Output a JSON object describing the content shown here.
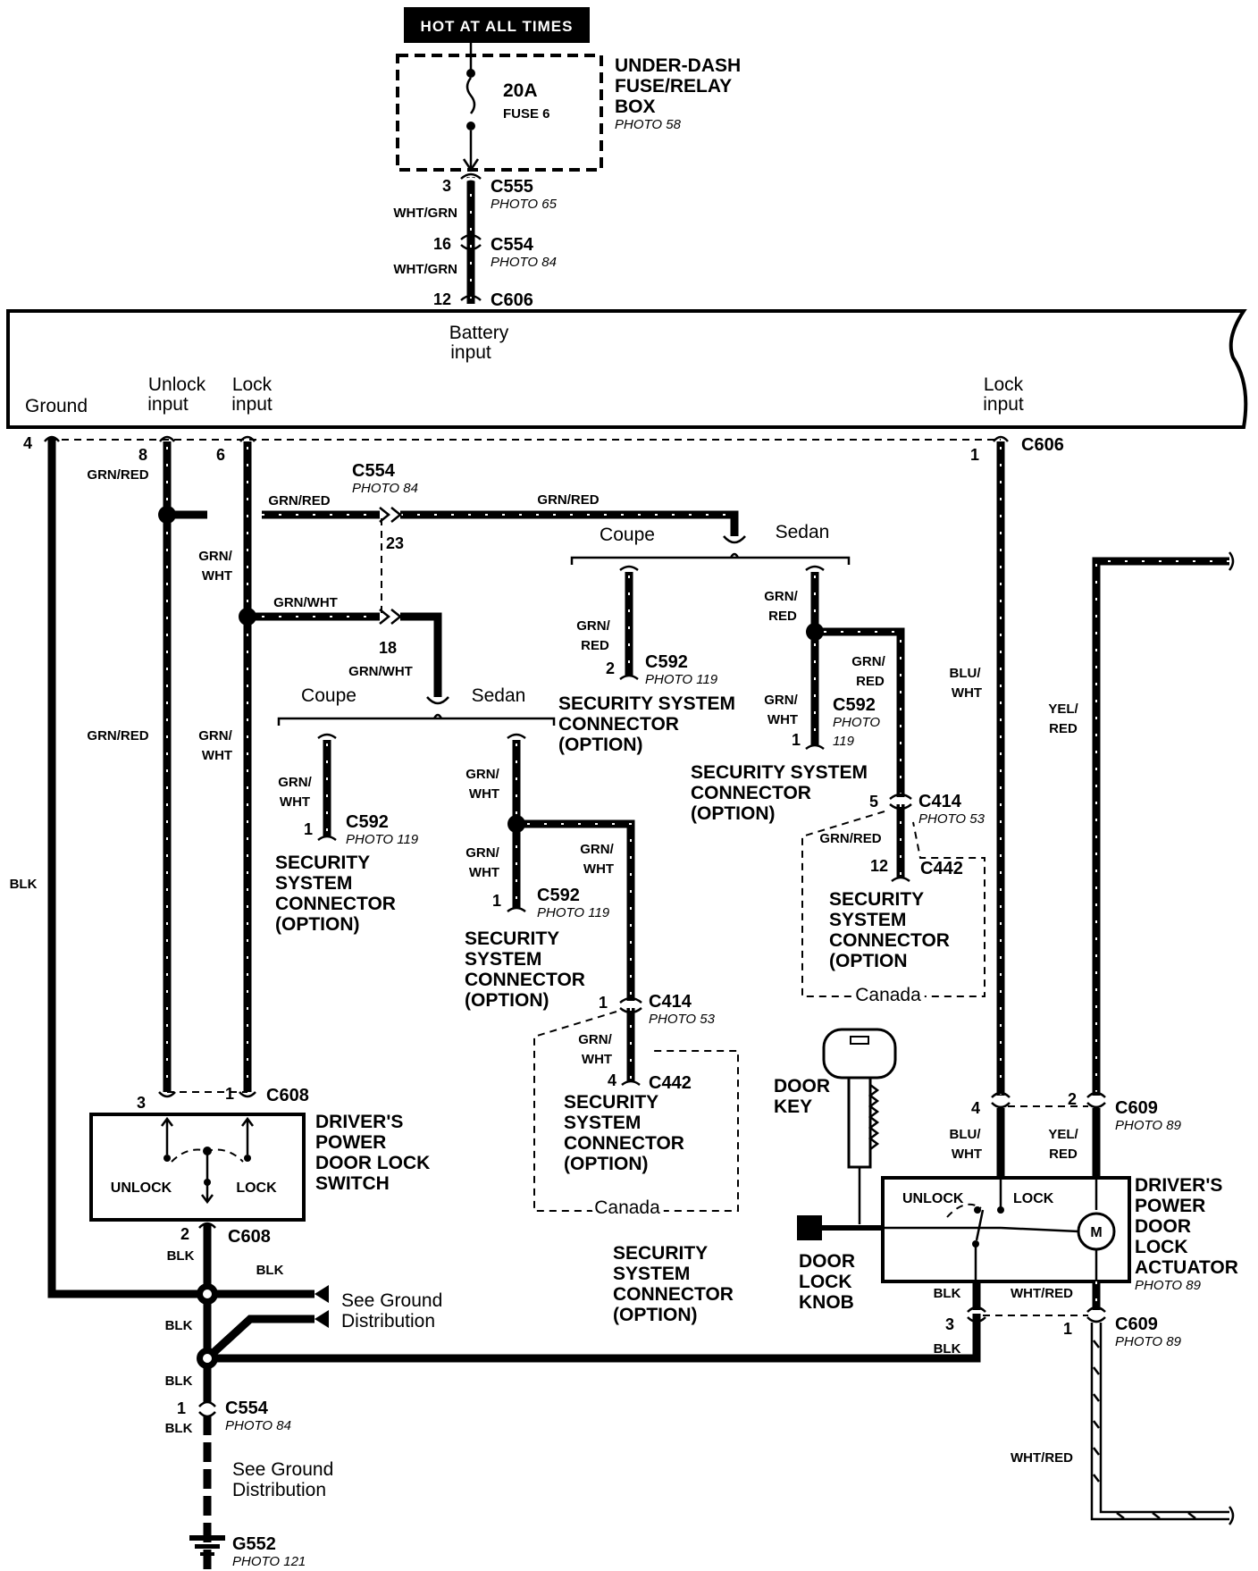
{
  "header": {
    "hot_label": "HOT AT ALL TIMES"
  },
  "fuse_box": {
    "fuse_label": "FUSE 6",
    "fuse_rating": "20A",
    "box_name_lines": [
      "UNDER-DASH",
      "FUSE/RELAY",
      "BOX"
    ],
    "photo": "PHOTO 58"
  },
  "upper_connectors": {
    "c555": {
      "pin": "3",
      "name": "C555",
      "photo": "PHOTO 65"
    },
    "c554": {
      "pin": "16",
      "name": "C554",
      "photo": "PHOTO 84"
    },
    "c606": {
      "pin": "12",
      "name": "C606"
    },
    "wire_1": "WHT/GRN",
    "wire_2": "WHT/GRN"
  },
  "control_unit": {
    "battery_input": [
      "Battery",
      "input"
    ],
    "ground": "Ground",
    "unlock_input": [
      "Unlock",
      "input"
    ],
    "lock_input_left": [
      "Lock",
      "input"
    ],
    "lock_input_right": [
      "Lock",
      "input"
    ],
    "pin_ground": "4",
    "pin_unlock": "8",
    "pin_lock": "6",
    "pin_right_lock": "1",
    "connector": "C606"
  },
  "security_branch": {
    "c554_name": "C554",
    "c554_photo": "PHOTO 84",
    "pin_23": "23",
    "pin_18": "18",
    "coupe": "Coupe",
    "sedan": "Sedan",
    "c592": "C592",
    "photo_119": "PHOTO 119",
    "c414": "C414",
    "photo_53": "PHOTO 53",
    "c442": "C442",
    "canada": "Canada",
    "pin_1": "1",
    "pin_2": "2",
    "pin_4": "4",
    "pin_5": "5",
    "pin_12": "12",
    "security_lines": [
      "SECURITY",
      "SYSTEM",
      "CONNECTOR",
      "(OPTION)"
    ],
    "security_lines_no_paren": [
      "SECURITY",
      "SYSTEM",
      "CONNECTOR",
      "(OPTION"
    ],
    "security_two_lines": [
      "SECURITY SYSTEM",
      "CONNECTOR",
      "(OPTION)"
    ],
    "c592_photo_split": [
      "PHOTO",
      "119"
    ]
  },
  "wires": {
    "grn_red": "GRN/RED",
    "grn_wht": "GRN/WHT",
    "grn_slash": "GRN/",
    "red": "RED",
    "wht": "WHT",
    "blk": "BLK",
    "blu_slash": "BLU/",
    "yel_slash": "YEL/",
    "wht_red": "WHT/RED"
  },
  "switch": {
    "connector": "C608",
    "pin_3": "3",
    "pin_1": "1",
    "pin_2": "2",
    "unlock": "UNLOCK",
    "lock": "LOCK",
    "name_lines": [
      "DRIVER'S",
      "POWER",
      "DOOR LOCK",
      "SWITCH"
    ]
  },
  "ground_section": {
    "see_ground_1": [
      "See Ground",
      "Distribution"
    ],
    "see_ground_2": [
      "See Ground",
      "Distribution"
    ],
    "c554_pin": "1",
    "c554": "C554",
    "c554_photo": "PHOTO 84",
    "g552": "G552",
    "g552_photo": "PHOTO 121"
  },
  "actuator": {
    "door_key": [
      "DOOR",
      "KEY"
    ],
    "door_lock_knob": [
      "DOOR",
      "LOCK",
      "KNOB"
    ],
    "c609": "C609",
    "c609_photo": "PHOTO 89",
    "pin_4": "4",
    "pin_2": "2",
    "pin_3": "3",
    "pin_1": "1",
    "unlock": "UNLOCK",
    "lock": "LOCK",
    "motor": "M",
    "name_lines": [
      "DRIVER'S",
      "POWER",
      "DOOR",
      "LOCK",
      "ACTUATOR"
    ],
    "photo": "PHOTO 89"
  }
}
